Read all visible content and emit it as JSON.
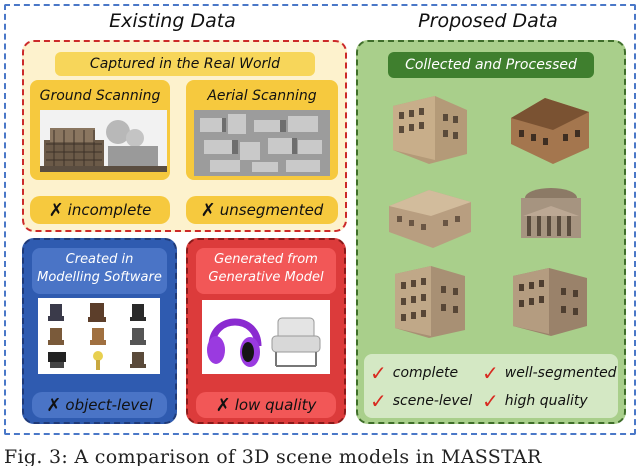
{
  "existing": {
    "title": "Existing Data",
    "captured": {
      "label": "Captured in the Real World",
      "ground": {
        "title": "Ground Scanning",
        "status": "incomplete"
      },
      "aerial": {
        "title": "Aerial Scanning",
        "status": "unsegmented"
      }
    },
    "modelling": {
      "title_line1": "Created in",
      "title_line2": "Modelling Software",
      "status": "object-level"
    },
    "generative": {
      "title_line1": "Generated from",
      "title_line2": "Generative Model",
      "status": "low quality"
    }
  },
  "proposed": {
    "title": "Proposed Data",
    "label": "Collected and Processed",
    "checks": [
      "complete",
      "well-segmented",
      "scene-level",
      "high quality"
    ]
  },
  "caption": "Fig. 3: A comparison of 3D scene models in MASSTAR",
  "colors": {
    "outer_border": "#4a78c8",
    "captured_panel_bg": "#fdf2cd",
    "captured_border": "#cc2a2a",
    "captured_pill_bg": "#f7d65a",
    "captured_card_bg": "#f6c93e",
    "modelling_bg": "#2f5bb0",
    "modelling_inner": "#4a74c6",
    "generative_bg": "#dc3b3b",
    "generative_inner": "#f25757",
    "proposed_bg": "#a9cf8b",
    "proposed_border": "#3f6e2a",
    "proposed_pill_bg": "#3f7f2e",
    "check_color": "#d82a20"
  },
  "icons": [
    "x-mark-icon",
    "check-mark-icon",
    "building-model-icon",
    "chair-icon",
    "headphones-icon",
    "armchair-icon"
  ]
}
